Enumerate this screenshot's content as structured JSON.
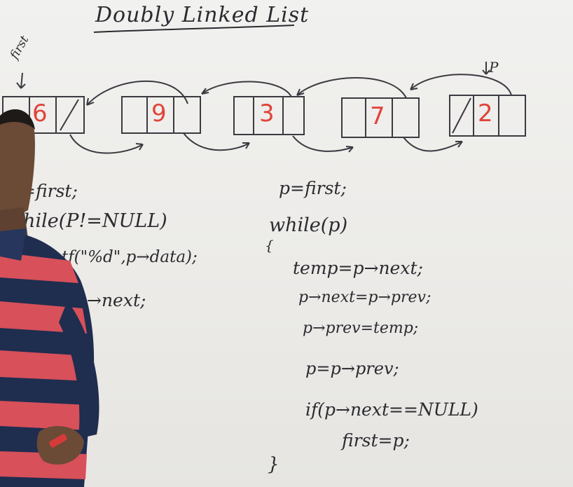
{
  "title": "Doubly Linked List",
  "pointers": {
    "first": "first",
    "p": "P"
  },
  "nodes": [
    "6",
    "9",
    "3",
    "7",
    "2"
  ],
  "left_code": {
    "line1": "=first;",
    "line2": "while(P!=NULL)",
    "line3": "printf(\"%d\",p→data);",
    "line4": "p→next;"
  },
  "right_code": {
    "line1": "p=first;",
    "line2": "while(p)",
    "line3": "{",
    "line4": "temp=p→next;",
    "line5": "p→next=p→prev;",
    "line6": "p→prev=temp;",
    "line7": "p=p→prev;",
    "line8": "if(p→next==NULL)",
    "line9": "first=p;",
    "line10": "}"
  },
  "colors": {
    "ink": "#2b2b30",
    "node_value": "#e0443a",
    "board": "#eeeeeb"
  }
}
